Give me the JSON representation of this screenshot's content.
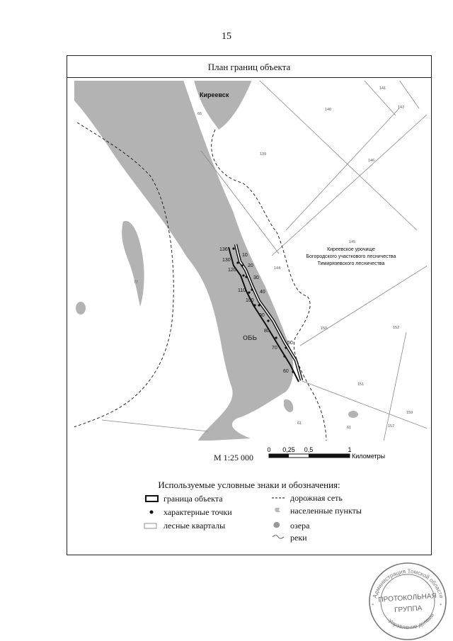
{
  "page_number": "15",
  "frame_title": "План границ объекта",
  "map": {
    "settlement": "Киреевск",
    "river": "ОБЬ",
    "forest_label_line1": "Киреевское урочище",
    "forest_label_line2": "Богородского участкового лесничества",
    "forest_label_line3": "Тимирязевского лесничества",
    "quarters": [
      "141",
      "140",
      "147",
      "139",
      "146",
      "145",
      "144",
      "150",
      "152",
      "151",
      "159",
      "157",
      "61",
      "61",
      "66",
      "77"
    ],
    "points": [
      "136",
      "10",
      "130",
      "20",
      "120",
      "30",
      "110",
      "40",
      "100",
      "90",
      "80",
      "50",
      "70",
      "60"
    ],
    "colors": {
      "water": "#b3b3b3",
      "boundary": "#111111",
      "lines": "#777777"
    }
  },
  "scale": {
    "ratio": "М 1:25 000",
    "ticks": [
      "0",
      "0,25",
      "0,5",
      "1"
    ],
    "unit": "Километры"
  },
  "legend": {
    "title": "Используемые условные знаки и обозначения:",
    "items": [
      "граница объекта",
      "характерные точки",
      "лесные кварталы",
      "дорожная сеть",
      "населенные пункты",
      "озера",
      "реки"
    ]
  },
  "stamp": {
    "ring_text": "Администрация Томской области",
    "ring_bottom": "Управление делами",
    "line1": "ПРОТОКОЛЬНАЯ",
    "line2": "ГРУППА"
  }
}
